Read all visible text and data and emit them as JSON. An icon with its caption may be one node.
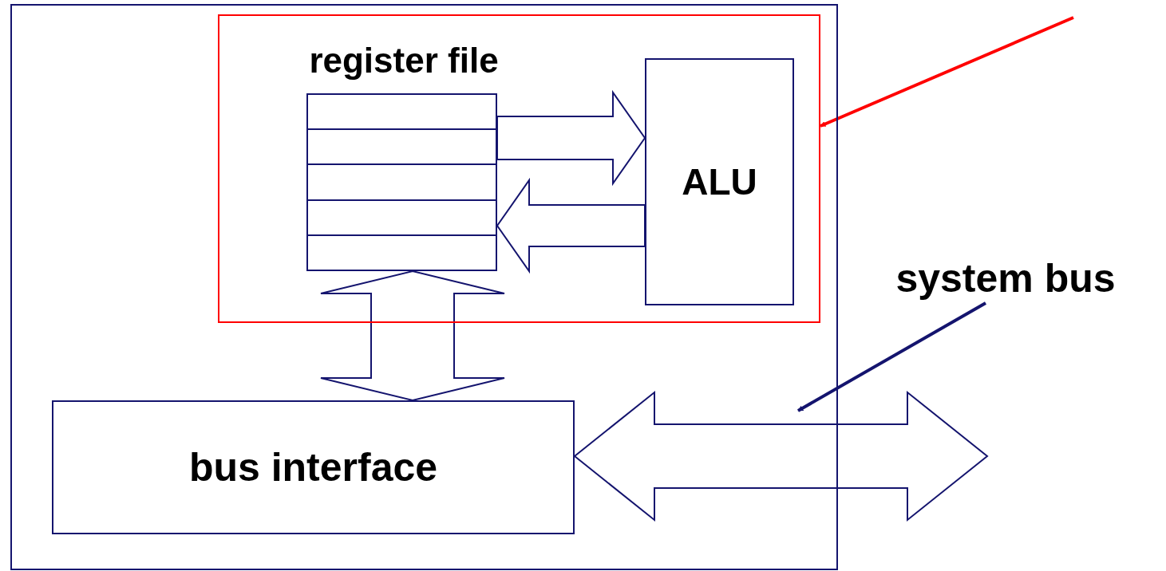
{
  "diagram": {
    "nodes": [
      {
        "text": [],
        "shape": "box"
      },
      {
        "text": [],
        "shape": "box",
        "in": 0
      },
      {
        "text": [
          "register file"
        ],
        "in": 1
      },
      {
        "text": [
          "ALU"
        ],
        "in": 1
      },
      {
        "text": [
          "bus interface"
        ],
        "in": 0
      },
      {
        "text": [
          "system bus"
        ]
      }
    ],
    "edges": [
      {
        "from": 2,
        "to": 3,
        "arrow": "to",
        "style": "thick"
      },
      {
        "from": 3,
        "to": 2,
        "arrow": "to",
        "style": "thick"
      },
      {
        "from": 2,
        "to": 4,
        "arrow": "both",
        "style": "thick"
      },
      {
        "from": 4,
        "to": null,
        "arrow": "both",
        "style": "thick"
      },
      {
        "from": null,
        "to": 1,
        "arrow": "to",
        "color": "#ff0000"
      },
      {
        "from": 5,
        "to": null,
        "arrow": "to",
        "color": "#14146e"
      }
    ]
  }
}
